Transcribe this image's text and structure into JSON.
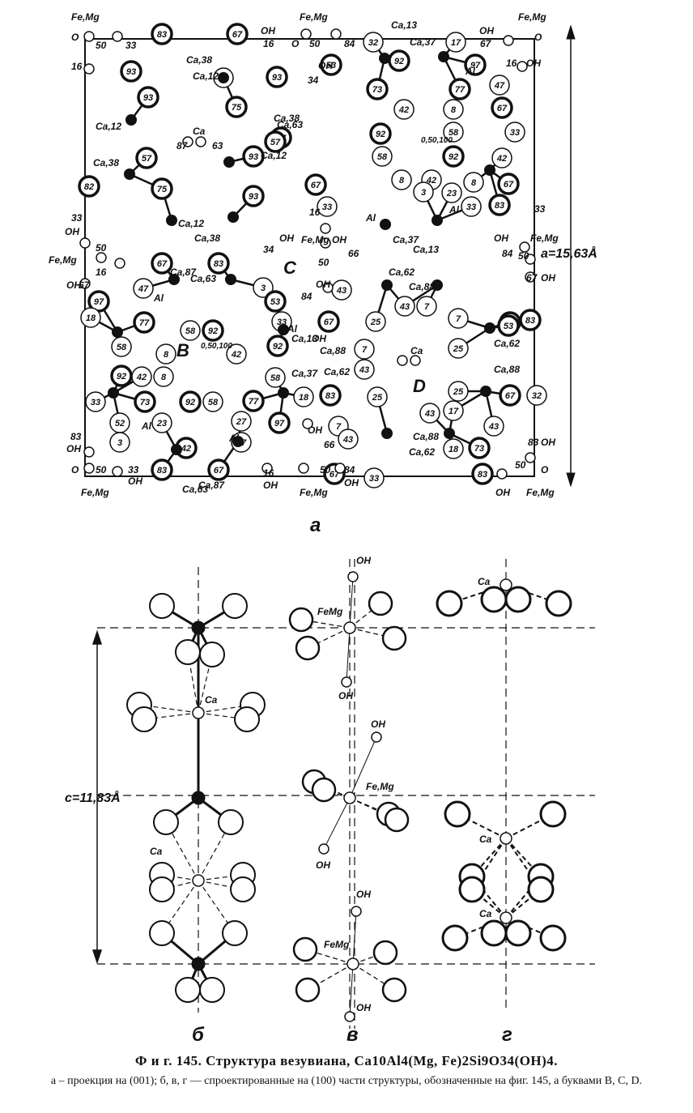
{
  "figure": {
    "panel_labels": {
      "a": "а",
      "b": "б",
      "v": "в",
      "g": "г"
    },
    "lattice": {
      "a_param": "a=15,63Å",
      "c_param": "c=11,83Å"
    },
    "site_letters": {
      "B": "B",
      "C": "C",
      "D": "D"
    },
    "caption_line1": "Ф и г. 145. Структура везувиана, Ca10Al4(Mg, Fe)2Si9O34(OH)4.",
    "caption_line2": "а – проекция на (001); б, в, г — спроектированные на (100) части структуры, обозначенные на фиг. 145, а буквами B, C, D."
  },
  "labels": {
    "fe_mg": "Fe,Mg",
    "fe_mg_b": "FeMg",
    "oh": "OH",
    "o": "O",
    "ca": "Ca",
    "al": "Al",
    "ca12": "Ca,12",
    "ca13": "Ca,13",
    "ca37": "Ca,37",
    "ca38": "Ca,38",
    "ca62": "Ca,62",
    "ca63": "Ca,63",
    "ca87": "Ca,87",
    "ca88": "Ca,88",
    "ca_5050": "0,50,100",
    "h16": "16",
    "h33": "33",
    "h34": "34",
    "h50": "50",
    "h66": "66",
    "h67": "67",
    "h83": "83",
    "h84": "84",
    "h87": "87",
    "h63": "63"
  },
  "atoms_panel_a": [
    {
      "v": "83",
      "k": "b"
    },
    {
      "v": "67",
      "k": "b"
    },
    {
      "v": "32",
      "k": "n"
    },
    {
      "v": "92",
      "k": "b"
    },
    {
      "v": "17",
      "k": "n"
    },
    {
      "v": "93",
      "k": "b"
    },
    {
      "v": "62",
      "k": "t"
    },
    {
      "v": "93",
      "k": "b"
    },
    {
      "v": "75",
      "k": "b"
    },
    {
      "v": "57",
      "k": "b"
    },
    {
      "v": "53",
      "k": "b"
    },
    {
      "v": "73",
      "k": "b"
    },
    {
      "v": "97",
      "k": "b"
    },
    {
      "v": "77",
      "k": "b"
    },
    {
      "v": "47",
      "k": "n"
    },
    {
      "v": "67",
      "k": "b"
    },
    {
      "v": "42",
      "k": "n"
    },
    {
      "v": "8",
      "k": "n"
    },
    {
      "v": "92",
      "k": "b"
    },
    {
      "v": "58",
      "k": "n"
    },
    {
      "v": "58",
      "k": "n"
    },
    {
      "v": "92",
      "k": "b"
    },
    {
      "v": "8",
      "k": "n"
    },
    {
      "v": "42",
      "k": "n"
    },
    {
      "v": "93",
      "k": "b"
    },
    {
      "v": "57",
      "k": "b"
    },
    {
      "v": "82",
      "k": "b"
    },
    {
      "v": "75",
      "k": "b"
    },
    {
      "v": "93",
      "k": "b"
    },
    {
      "v": "57",
      "k": "b"
    },
    {
      "v": "93",
      "k": "b"
    },
    {
      "v": "67",
      "k": "b"
    },
    {
      "v": "33",
      "k": "n"
    },
    {
      "v": "67",
      "k": "b"
    },
    {
      "v": "83",
      "k": "b"
    },
    {
      "v": "47",
      "k": "n"
    },
    {
      "v": "97",
      "k": "b"
    },
    {
      "v": "77",
      "k": "b"
    },
    {
      "v": "18",
      "k": "n"
    },
    {
      "v": "58",
      "k": "n"
    },
    {
      "v": "92",
      "k": "b"
    },
    {
      "v": "33",
      "k": "n"
    },
    {
      "v": "73",
      "k": "b"
    },
    {
      "v": "52",
      "k": "n"
    },
    {
      "v": "23",
      "k": "n"
    },
    {
      "v": "3",
      "k": "n"
    },
    {
      "v": "42",
      "k": "b"
    },
    {
      "v": "83",
      "k": "b"
    },
    {
      "v": "67",
      "k": "b"
    },
    {
      "v": "58",
      "k": "n"
    },
    {
      "v": "92",
      "k": "b"
    },
    {
      "v": "8",
      "k": "n"
    },
    {
      "v": "42",
      "k": "n"
    },
    {
      "v": "42",
      "k": "n"
    },
    {
      "v": "8",
      "k": "n"
    },
    {
      "v": "92",
      "k": "b"
    },
    {
      "v": "58",
      "k": "n"
    },
    {
      "v": "3",
      "k": "n"
    },
    {
      "v": "53",
      "k": "b"
    },
    {
      "v": "33",
      "k": "n"
    },
    {
      "v": "67",
      "k": "b"
    },
    {
      "v": "92",
      "k": "b"
    },
    {
      "v": "58",
      "k": "n"
    },
    {
      "v": "18",
      "k": "n"
    },
    {
      "v": "83",
      "k": "b"
    },
    {
      "v": "77",
      "k": "b"
    },
    {
      "v": "97",
      "k": "b"
    },
    {
      "v": "27",
      "k": "n"
    },
    {
      "v": "47",
      "k": "n"
    },
    {
      "v": "43",
      "k": "n"
    },
    {
      "v": "43",
      "k": "n"
    },
    {
      "v": "7",
      "k": "n"
    },
    {
      "v": "25",
      "k": "n"
    },
    {
      "v": "7",
      "k": "n"
    },
    {
      "v": "43",
      "k": "n"
    },
    {
      "v": "25",
      "k": "n"
    },
    {
      "v": "7",
      "k": "n"
    },
    {
      "v": "43",
      "k": "n"
    },
    {
      "v": "43",
      "k": "n"
    },
    {
      "v": "7",
      "k": "n"
    },
    {
      "v": "25",
      "k": "n"
    },
    {
      "v": "67",
      "k": "b"
    },
    {
      "v": "32",
      "k": "n"
    },
    {
      "v": "83",
      "k": "b"
    },
    {
      "v": "17",
      "k": "n"
    },
    {
      "v": "83",
      "k": "b"
    },
    {
      "v": "33",
      "k": "n"
    },
    {
      "v": "18",
      "k": "n"
    },
    {
      "v": "67",
      "k": "b"
    },
    {
      "v": "73",
      "k": "b"
    },
    {
      "v": "53",
      "k": "b"
    },
    {
      "v": "3",
      "k": "n"
    },
    {
      "v": "23",
      "k": "n"
    },
    {
      "v": "33",
      "k": "n"
    },
    {
      "v": "83",
      "k": "b"
    },
    {
      "v": "67",
      "k": "b"
    },
    {
      "v": "42",
      "k": "n"
    },
    {
      "v": "8",
      "k": "n"
    },
    {
      "v": "33",
      "k": "n"
    },
    {
      "v": "83",
      "k": "b"
    },
    {
      "v": "25",
      "k": "n"
    },
    {
      "v": "43",
      "k": "n"
    }
  ]
}
